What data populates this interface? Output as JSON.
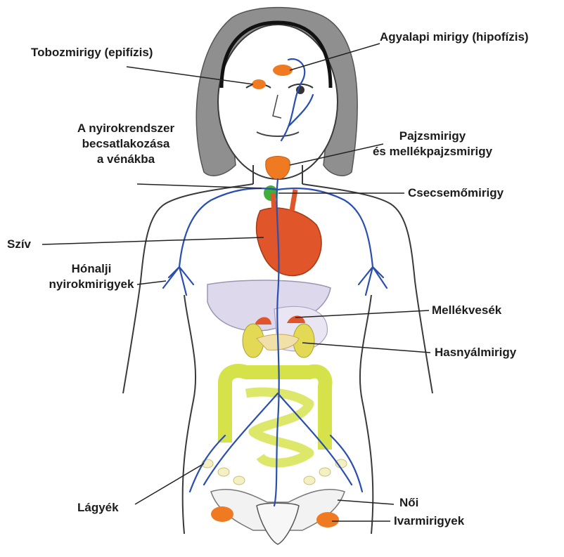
{
  "colors": {
    "hair": "#8f8f8f",
    "outline": "#3a3a3a",
    "lymph": "#2a4fb0",
    "gland": "#f07a22",
    "heart": "#e0562a",
    "thymus": "#3fae3a",
    "intestine": "#d6e24a",
    "pancreas": "#e8d45a",
    "liver": "#d9d2ea"
  },
  "labels": {
    "pineal": "Tobozmirigy (epifízis)",
    "pituitary": "Agyalapi mirigy (hipofízis)",
    "lymph_junction": [
      "A nyirokrendszer",
      "becsatlakozása",
      "a vénákba"
    ],
    "thyroid": [
      "Pajzsmirigy",
      "és mellékpajzsmirigy"
    ],
    "thymus": "Csecsemőmirigy",
    "heart": "Szív",
    "axillary": [
      "Hónalji",
      "nyirokmirigyek"
    ],
    "adrenal": "Mellékvesék",
    "pancreas": "Hasnyálmirigy",
    "groin": "Lágyék",
    "female": "Női",
    "gonads": "Ivarmirigyek"
  }
}
